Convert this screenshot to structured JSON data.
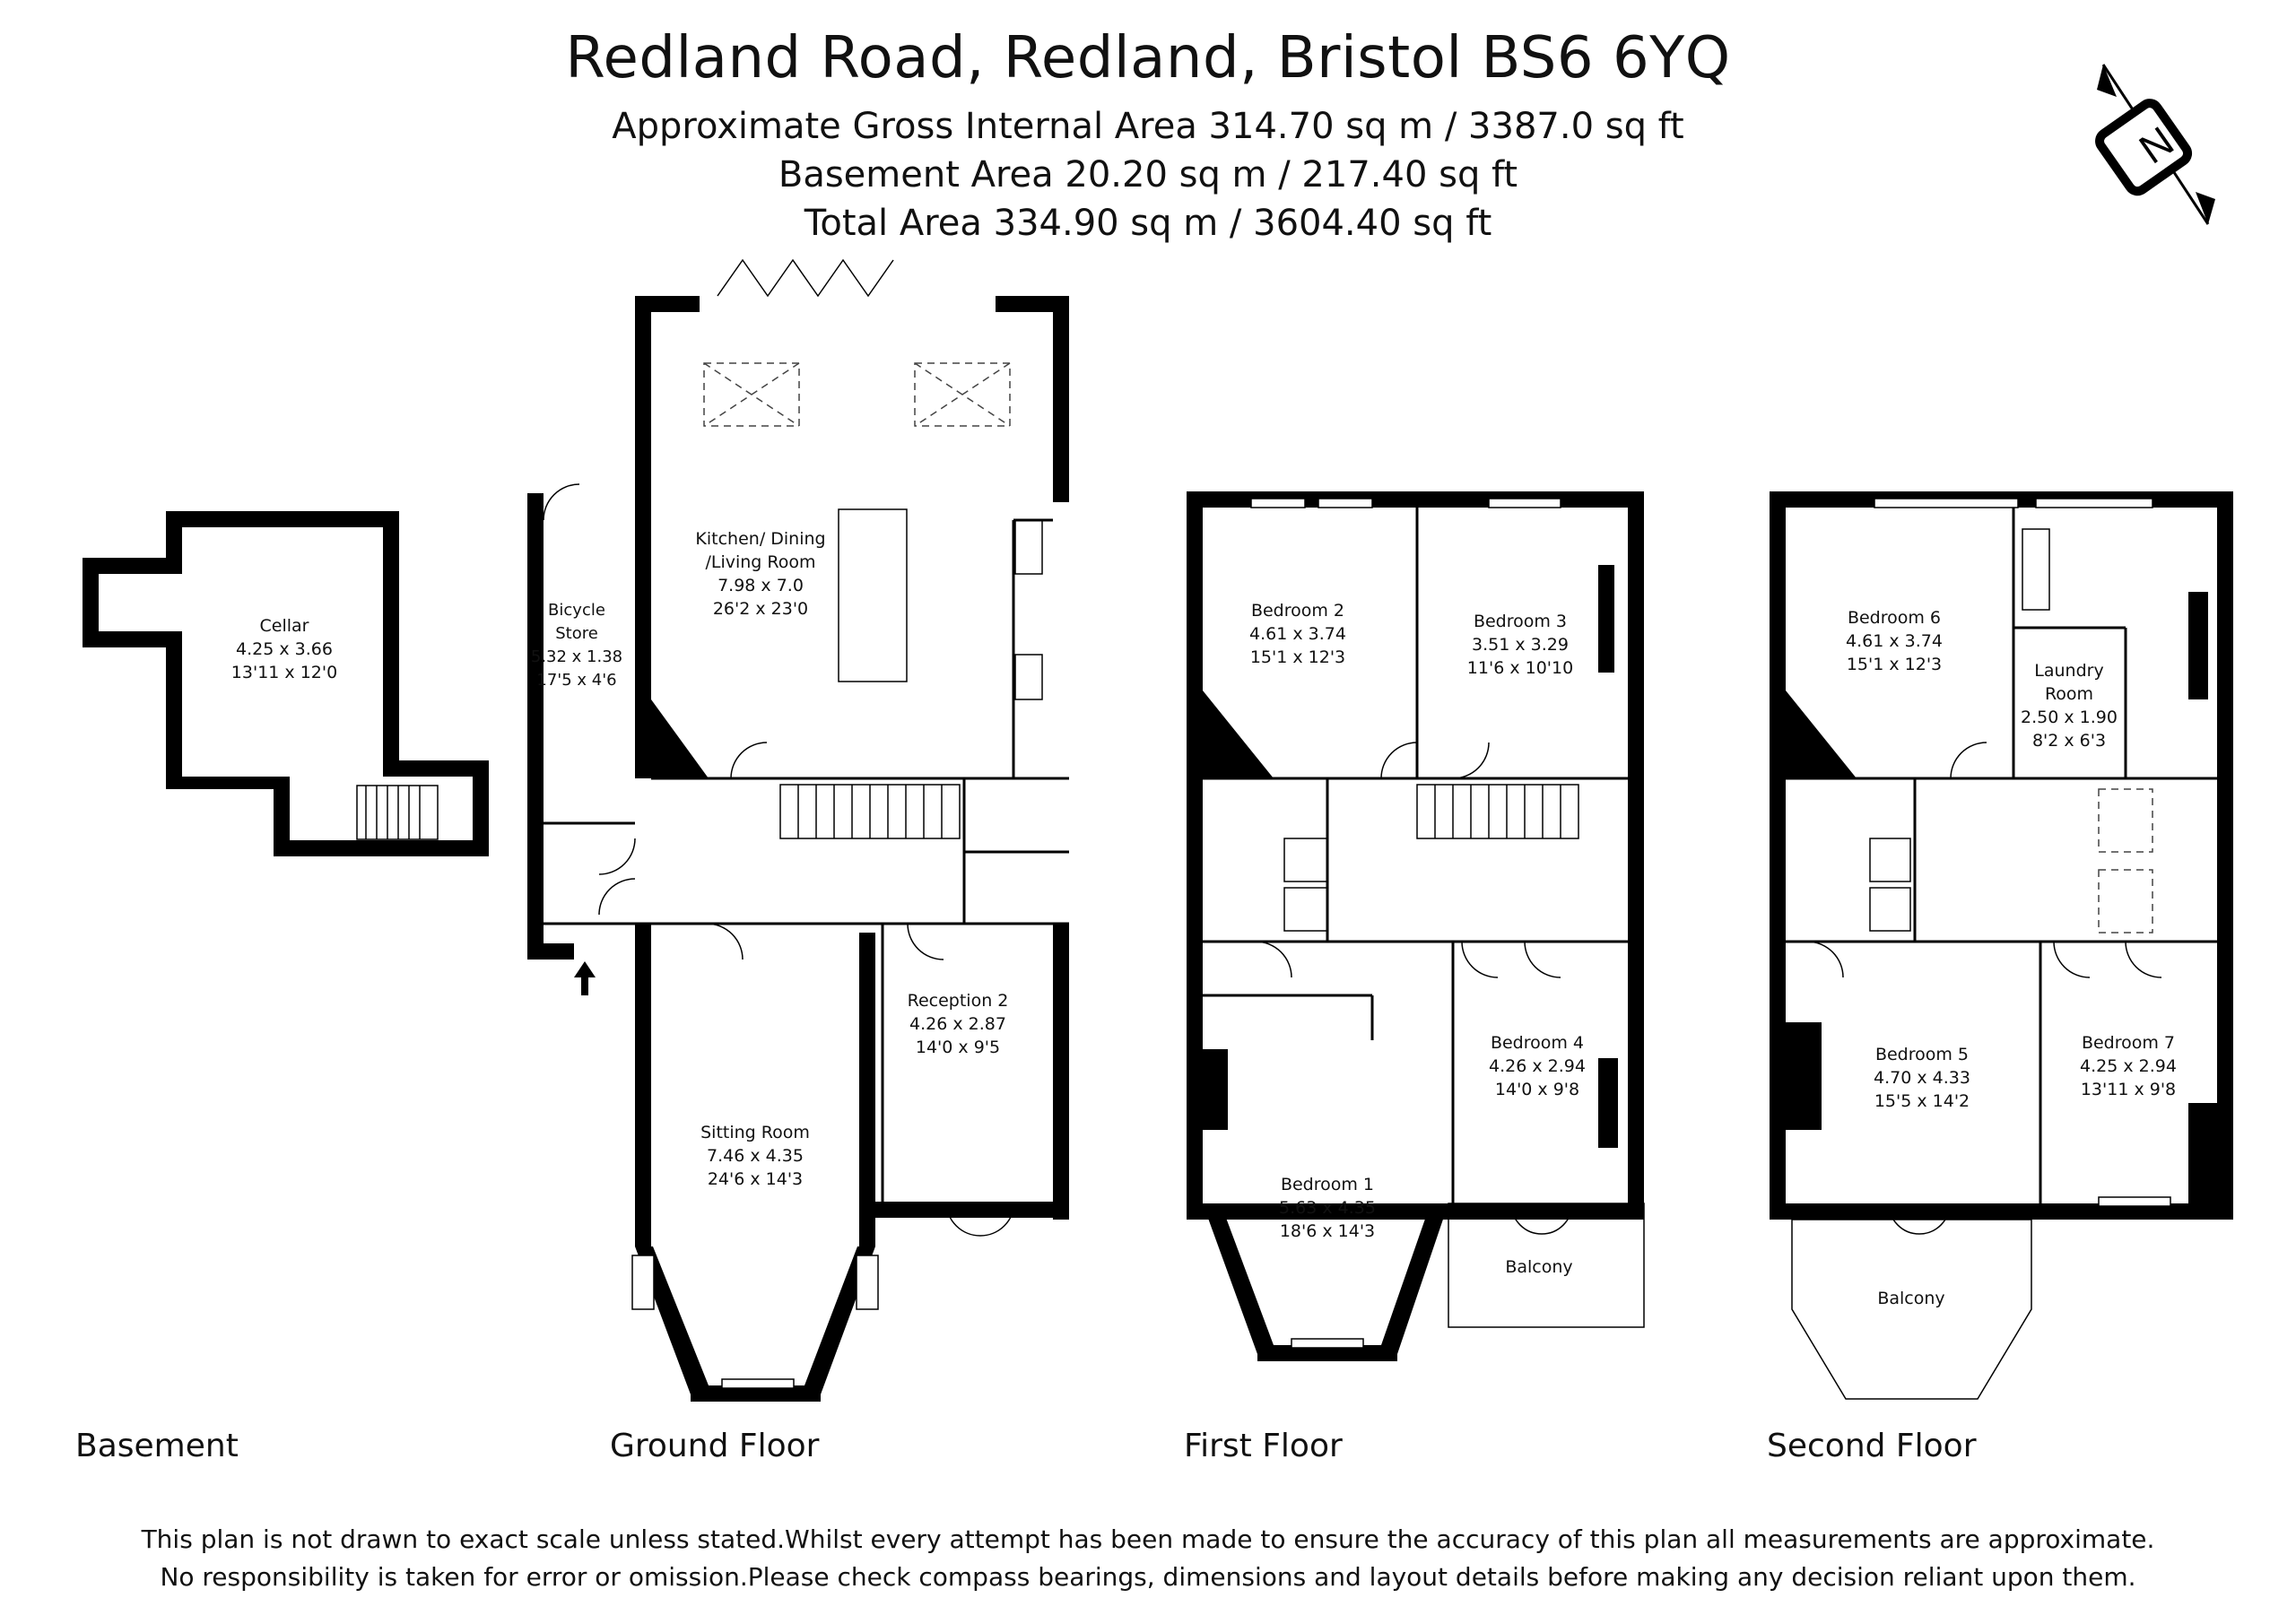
{
  "header": {
    "title": "Redland Road, Redland, Bristol BS6 6YQ",
    "gross_area": "Approximate Gross Internal Area 314.70 sq m / 3387.0 sq ft",
    "basement_area": "Basement Area 20.20 sq m / 217.40 sq ft",
    "total_area": "Total Area 334.90 sq m / 3604.40 sq ft"
  },
  "compass": {
    "letter": "N"
  },
  "floors": {
    "basement": "Basement",
    "ground": "Ground Floor",
    "first": "First Floor",
    "second": "Second Floor"
  },
  "rooms": {
    "cellar": {
      "name": "Cellar",
      "metric": "4.25 x 3.66",
      "imperial": "13'11 x 12'0"
    },
    "kitchen": {
      "name": "Kitchen/ Dining",
      "name2": "/Living Room",
      "metric": "7.98 x 7.0",
      "imperial": "26'2 x 23'0"
    },
    "bicycle": {
      "name": "Bicycle",
      "name2": "Store",
      "metric": "5.32 x 1.38",
      "imperial": "17'5 x 4'6"
    },
    "reception2": {
      "name": "Reception 2",
      "metric": "4.26 x 2.87",
      "imperial": "14'0 x 9'5"
    },
    "sitting": {
      "name": "Sitting Room",
      "metric": "7.46 x 4.35",
      "imperial": "24'6 x 14'3"
    },
    "bedroom2": {
      "name": "Bedroom 2",
      "metric": "4.61 x 3.74",
      "imperial": "15'1 x 12'3"
    },
    "bedroom3": {
      "name": "Bedroom 3",
      "metric": "3.51 x 3.29",
      "imperial": "11'6 x 10'10"
    },
    "bedroom4": {
      "name": "Bedroom 4",
      "metric": "4.26 x 2.94",
      "imperial": "14'0 x 9'8"
    },
    "bedroom1": {
      "name": "Bedroom 1",
      "metric": "5.63 x 4.35",
      "imperial": "18'6 x 14'3"
    },
    "balcony1": {
      "name": "Balcony"
    },
    "bedroom6": {
      "name": "Bedroom 6",
      "metric": "4.61 x 3.74",
      "imperial": "15'1 x 12'3"
    },
    "laundry": {
      "name": "Laundry",
      "name2": "Room",
      "metric": "2.50 x 1.90",
      "imperial": "8'2 x 6'3"
    },
    "bedroom5": {
      "name": "Bedroom 5",
      "metric": "4.70 x 4.33",
      "imperial": "15'5 x 14'2"
    },
    "bedroom7": {
      "name": "Bedroom 7",
      "metric": "4.25 x 2.94",
      "imperial": "13'11 x 9'8"
    },
    "balcony2": {
      "name": "Balcony"
    }
  },
  "disclaimer": {
    "line1": "This plan is not drawn to exact scale unless stated.Whilst every attempt has been made to ensure the accuracy of this plan all measurements are approximate.",
    "line2": "No responsibility is taken for error or omission.Please check compass bearings, dimensions and layout details before making any decision reliant upon them."
  }
}
